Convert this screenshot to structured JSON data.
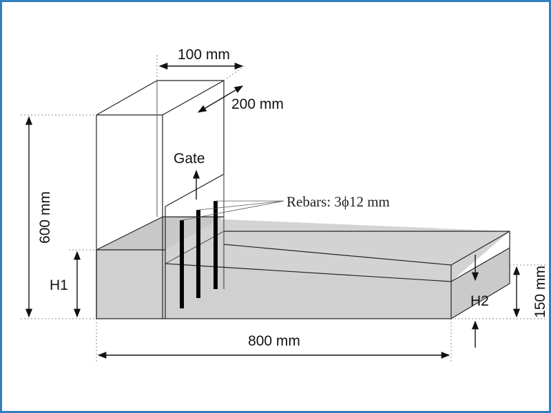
{
  "figure": {
    "frame_color": "#2f80c0",
    "water_color": "#d3d3d3",
    "labels": {
      "width_gate_column": "100 mm",
      "depth_column": "200 mm",
      "gate": "Gate",
      "rebars": "Rebars: 3ϕ12 mm",
      "height_total": "600 mm",
      "h1": "H1",
      "h2": "H2",
      "height_downstream": "150 mm",
      "length_flume": "800 mm"
    }
  }
}
